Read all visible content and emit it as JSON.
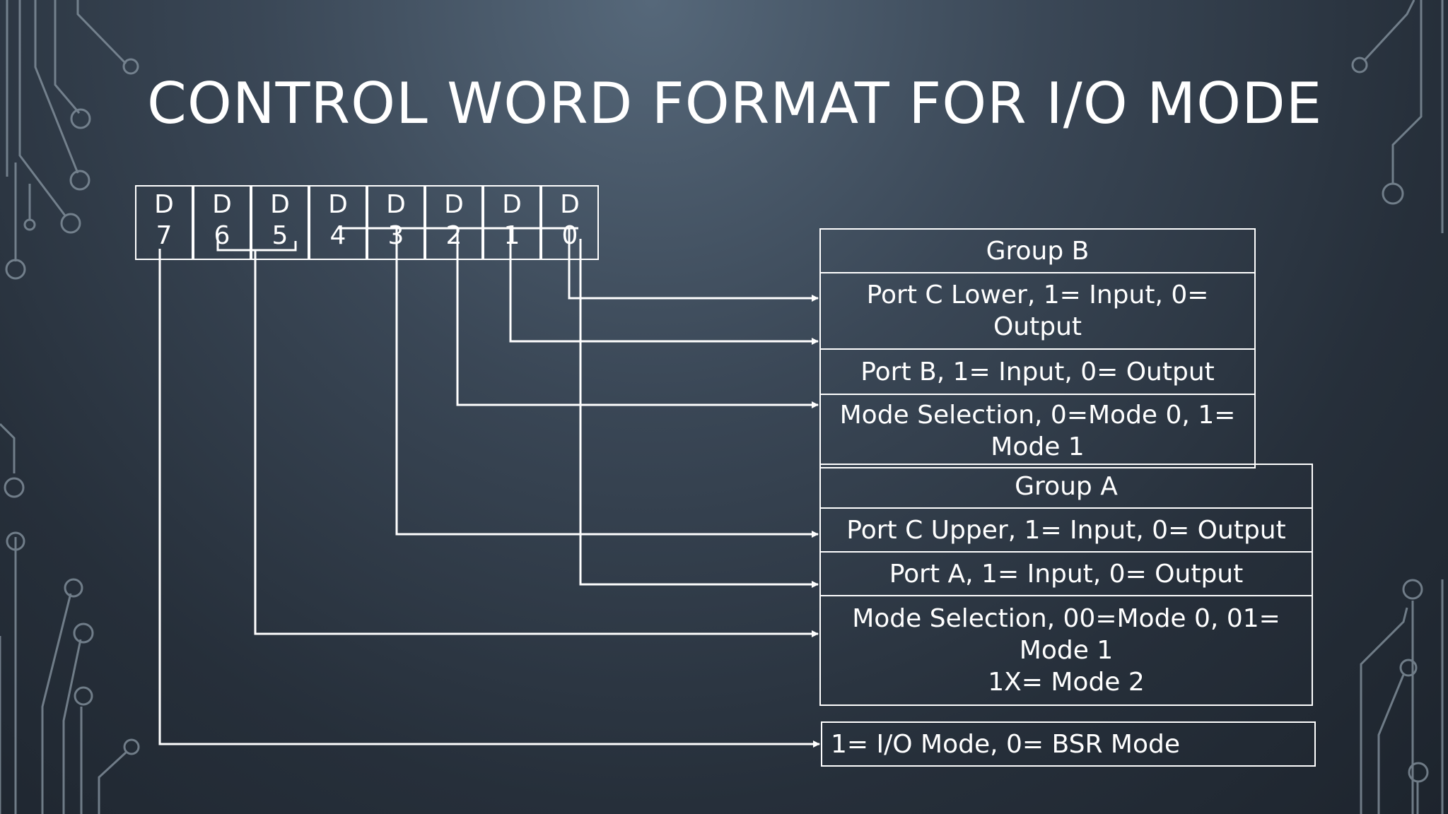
{
  "slide": {
    "title": "CONTROL WORD FORMAT FOR I/O MODE"
  },
  "bits": [
    {
      "letter": "D",
      "index": "7"
    },
    {
      "letter": "D",
      "index": "6"
    },
    {
      "letter": "D",
      "index": "5"
    },
    {
      "letter": "D",
      "index": "4"
    },
    {
      "letter": "D",
      "index": "3"
    },
    {
      "letter": "D",
      "index": "2"
    },
    {
      "letter": "D",
      "index": "1"
    },
    {
      "letter": "D",
      "index": "0"
    }
  ],
  "group_b": {
    "header": "Group B",
    "port_c_lower": "Port C Lower, 1= Input, 0=\nOutput",
    "port_b": "Port B, 1= Input, 0= Output",
    "mode_selection": "Mode Selection, 0=Mode 0, 1=\nMode 1"
  },
  "group_a": {
    "header": "Group A",
    "port_c_upper": "Port C Upper, 1= Input, 0= Output",
    "port_a": "Port A, 1= Input, 0= Output",
    "mode_selection": "Mode Selection, 00=Mode 0, 01=\nMode 1\n1X= Mode 2"
  },
  "mode_flag": {
    "text": "1= I/O Mode, 0= BSR Mode"
  },
  "colors": {
    "line": "#ffffff",
    "decoration": "#8a98a4"
  }
}
